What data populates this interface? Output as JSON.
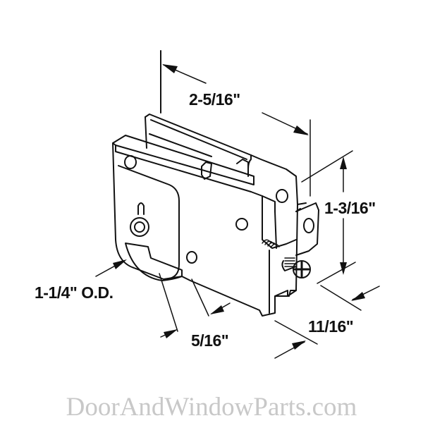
{
  "diagram": {
    "subject": "sliding door roller assembly",
    "dimensions": {
      "length": "2-5/16\"",
      "height": "1-3/16\"",
      "wheel_diameter": "1-1/4\" O.D.",
      "wheel_width": "5/16\"",
      "depth": "11/16\""
    },
    "line_color": "#111111"
  },
  "watermark": {
    "text": "DoorAndWindowParts.com",
    "color": "#c8c8c8"
  }
}
